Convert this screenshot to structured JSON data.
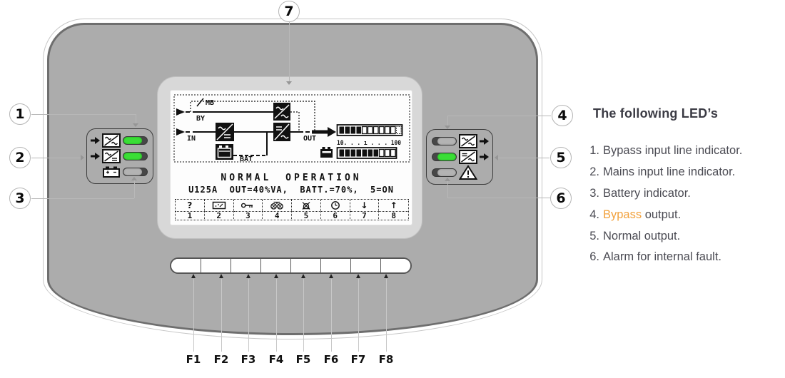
{
  "panel": {
    "leds_left": [
      {
        "icon": "bypass-input",
        "state": "green"
      },
      {
        "icon": "mains-input",
        "state": "green"
      },
      {
        "icon": "battery",
        "state": "off"
      }
    ],
    "leds_right": [
      {
        "icon": "bypass-output",
        "state": "off"
      },
      {
        "icon": "inverter-output",
        "state": "green"
      },
      {
        "icon": "alarm-warning",
        "state": "off"
      }
    ],
    "keys": [
      "F1",
      "F2",
      "F3",
      "F4",
      "F5",
      "F6",
      "F7",
      "F8"
    ]
  },
  "lcd": {
    "status_line1": "NORMAL OPERATION",
    "status_line2": "U125A  OUT=40%VA,  BATT.=70%,  5=ON",
    "mimic": {
      "labels": {
        "mb": "MB",
        "by": "BY",
        "in": "IN",
        "bat": "BAT",
        "out": "OUT"
      },
      "scale": "10. . . ı . . . 100"
    },
    "bars": {
      "out": {
        "filled": 4,
        "total": 10,
        "dashed_extra": true
      },
      "batt": {
        "filled": 7,
        "total": 10
      }
    },
    "fn_keys": [
      {
        "num": "1",
        "icon": "help",
        "glyph": "?"
      },
      {
        "num": "2",
        "icon": "mimic-display",
        "glyph": ""
      },
      {
        "num": "3",
        "icon": "key",
        "glyph": ""
      },
      {
        "num": "4",
        "icon": "bypass-wheels",
        "glyph": ""
      },
      {
        "num": "5",
        "icon": "alarm-mute",
        "glyph": ""
      },
      {
        "num": "6",
        "icon": "clock",
        "glyph": ""
      },
      {
        "num": "7",
        "icon": "arrow-down",
        "glyph": "↓"
      },
      {
        "num": "8",
        "icon": "arrow-up",
        "glyph": "↑"
      }
    ]
  },
  "callouts": [
    "1",
    "2",
    "3",
    "4",
    "5",
    "6",
    "7"
  ],
  "legend": {
    "title": "The following LED’s",
    "items": [
      {
        "num": "1.",
        "highlight": "",
        "text": "Bypass input line indicator."
      },
      {
        "num": "2.",
        "highlight": "",
        "text": "Mains input line indicator."
      },
      {
        "num": "3.",
        "highlight": "",
        "text": "Battery indicator."
      },
      {
        "num": "4.",
        "highlight": "Bypass",
        "text": " output."
      },
      {
        "num": "5.",
        "highlight": "",
        "text": "Normal output."
      },
      {
        "num": "6.",
        "highlight": "",
        "text": "Alarm for internal fault."
      }
    ]
  },
  "colors": {
    "panel_gray": "#acacac",
    "bezel_gray": "#d8d8d8",
    "led_green": "#3ade36",
    "led_off": "#b3b3b3",
    "accent_orange": "#f2a13c",
    "legend_text": "#4b4b53"
  }
}
